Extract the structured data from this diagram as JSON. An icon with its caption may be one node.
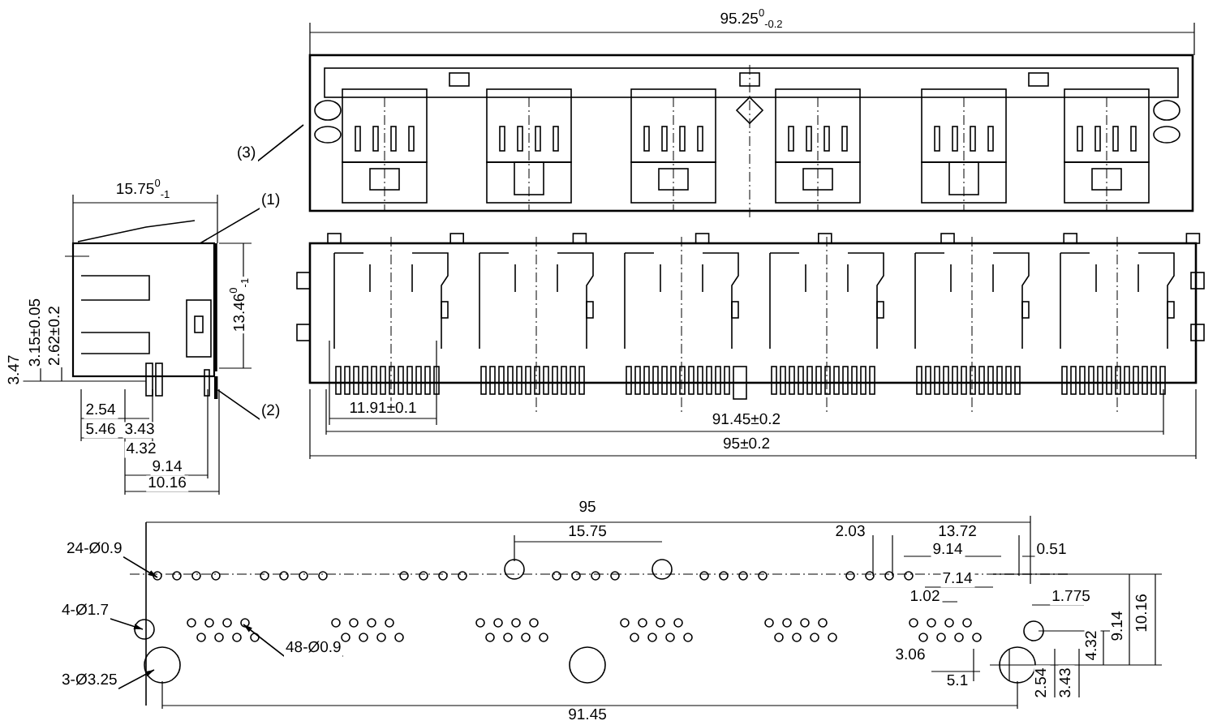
{
  "diagram": {
    "nodes": [
      {
        "text": [
          "(1)"
        ]
      },
      {
        "text": [
          "(2)"
        ]
      },
      {
        "text": [
          "(3)"
        ]
      },
      {
        "text": [
          "24-Ø0.9"
        ]
      },
      {
        "text": [
          "4-Ø1.7"
        ]
      },
      {
        "text": [
          "48-Ø0.9"
        ]
      },
      {
        "text": [
          "3-Ø3.25"
        ]
      },
      {
        "text": [],
        "shape": "bar"
      },
      {
        "text": [],
        "shape": "box"
      }
    ],
    "edges": [
      {
        "from": 0,
        "to": 8,
        "arrow": "none"
      },
      {
        "from": 1,
        "to": 7,
        "arrow": "none"
      },
      {
        "from": 2,
        "to": null,
        "arrow": "none"
      },
      {
        "from": 3,
        "to": null,
        "arrow": "to"
      },
      {
        "from": 4,
        "to": null,
        "arrow": "to"
      },
      {
        "from": 5,
        "to": null,
        "arrow": "to"
      },
      {
        "from": 6,
        "to": null,
        "arrow": "to"
      }
    ],
    "labels": [
      "95.25$^{0}$$_{-0.2}$",
      "15.75$^{0}$$_{-1}$",
      "3.47",
      "3.15±0.05",
      "2.62±0.2",
      "13.46$^{0}$$_{-1}$",
      "2.54",
      "5.46",
      "3.43",
      "4.32",
      "9.14",
      "10.16",
      "11.91±0.1",
      "91.45±0.2",
      "95±0.2",
      "95",
      "15.75",
      "2.03",
      "13.72",
      "9.14",
      "0.51",
      "7.14",
      "1.02",
      "1.775",
      "4.32",
      "9.14",
      "10.16",
      "3.06",
      "5.1",
      "2.54",
      "3.43",
      "91.45"
    ]
  }
}
